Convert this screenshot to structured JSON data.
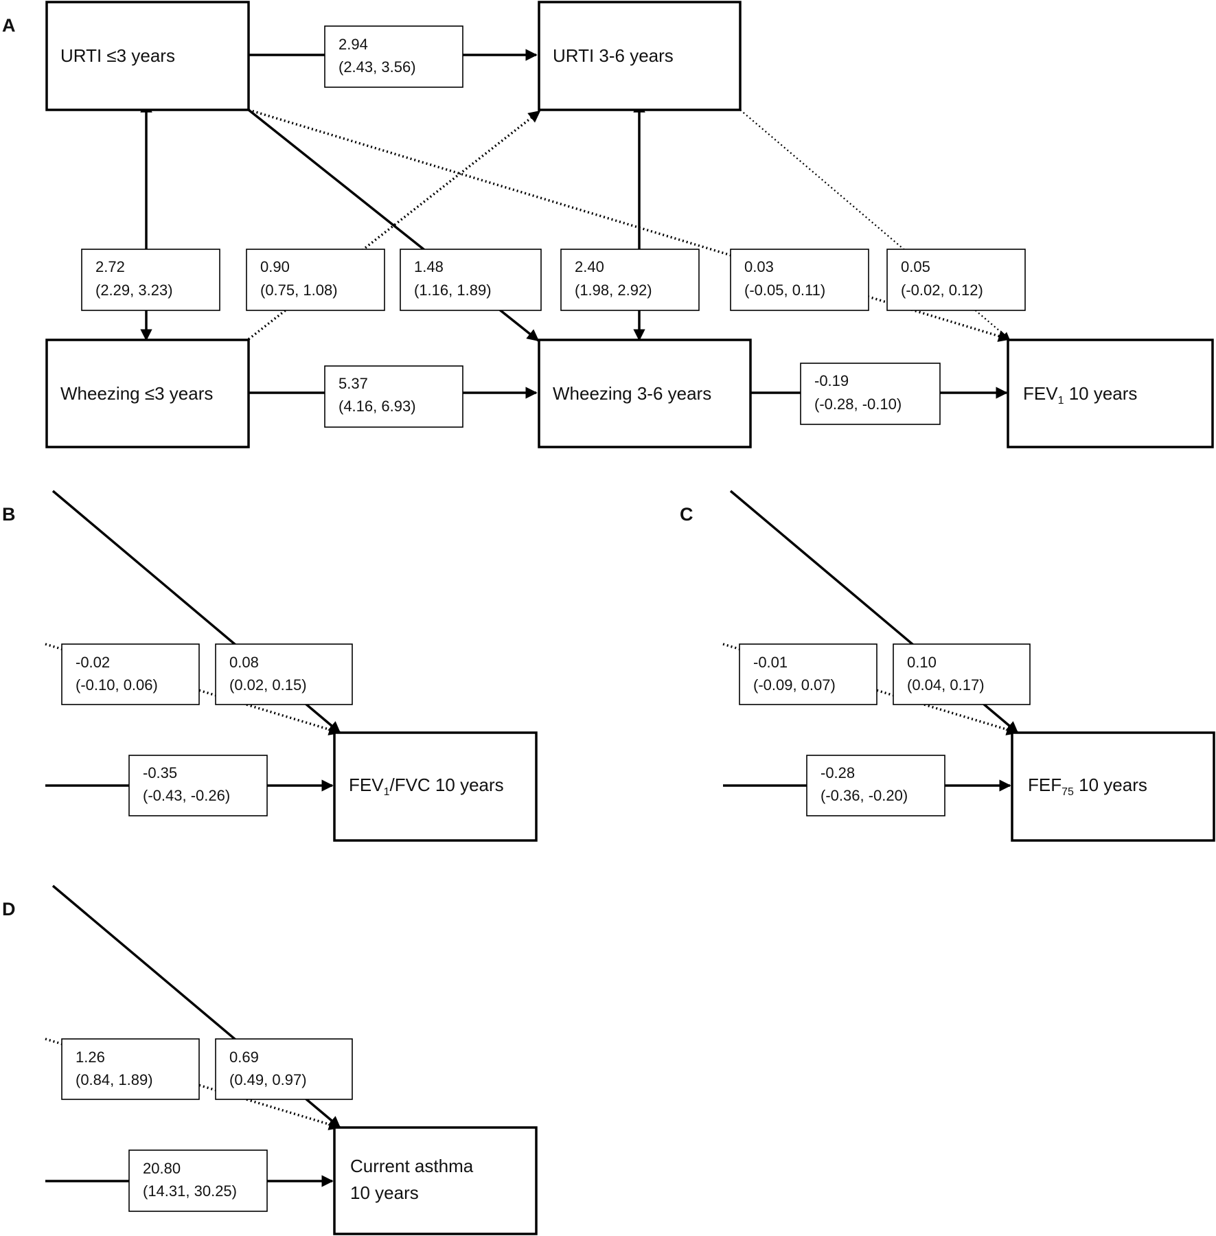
{
  "panels": {
    "A": {
      "label": "A",
      "nodes": {
        "urti_le3": "URTI ≤3 years",
        "urti_3_6": "URTI 3-6 years",
        "wheeze_le3": "Wheezing  ≤3 years",
        "wheeze_3_6": "Wheezing 3-6 years",
        "fev1_main": "FEV",
        "fev1_sub": "1",
        "fev1_tail": "  10 years"
      },
      "estimates": {
        "urti_to_urti": {
          "value": "2.94",
          "ci": "(2.43, 3.56)"
        },
        "urti_wheeze_le3": {
          "value": "2.72",
          "ci": "(2.29, 3.23)"
        },
        "wheeze_le3_to_urti_3_6": {
          "value": "0.90",
          "ci": "(0.75, 1.08)"
        },
        "urti_le3_to_wheeze_3_6": {
          "value": "1.48",
          "ci": "(1.16, 1.89)"
        },
        "urti_wheeze_3_6": {
          "value": "2.40",
          "ci": "(1.98, 2.92)"
        },
        "urti_le3_to_fev1": {
          "value": "0.03",
          "ci": "(-0.05, 0.11)"
        },
        "urti_3_6_to_fev1": {
          "value": "0.05",
          "ci": "(-0.02, 0.12)"
        },
        "wheeze_to_wheeze": {
          "value": "5.37",
          "ci": "(4.16, 6.93)"
        },
        "wheeze_3_6_to_fev1": {
          "value": "-0.19",
          "ci": "(-0.28, -0.10)"
        }
      }
    },
    "B": {
      "label": "B",
      "outcome_main": "FEV",
      "outcome_sub": "1",
      "outcome_tail": "/FVC  10 years",
      "est_dotted": {
        "value": "-0.02",
        "ci": "(-0.10, 0.06)"
      },
      "est_solid": {
        "value": "0.08",
        "ci": "(0.02, 0.15)"
      },
      "est_wheeze": {
        "value": "-0.35",
        "ci": "(-0.43, -0.26)"
      }
    },
    "C": {
      "label": "C",
      "outcome_main": "FEF",
      "outcome_sub": "75",
      "outcome_tail": "  10 years",
      "est_dotted": {
        "value": "-0.01",
        "ci": "(-0.09, 0.07)"
      },
      "est_solid": {
        "value": "0.10",
        "ci": "(0.04, 0.17)"
      },
      "est_wheeze": {
        "value": "-0.28",
        "ci": "(-0.36, -0.20)"
      }
    },
    "D": {
      "label": "D",
      "outcome_line1": "Current asthma",
      "outcome_line2": "10 years",
      "est_dotted": {
        "value": "1.26",
        "ci": "(0.84, 1.89)"
      },
      "est_solid": {
        "value": "0.69",
        "ci": "(0.49, 0.97)"
      },
      "est_wheeze": {
        "value": "20.80",
        "ci": "(14.31, 30.25)"
      }
    }
  }
}
